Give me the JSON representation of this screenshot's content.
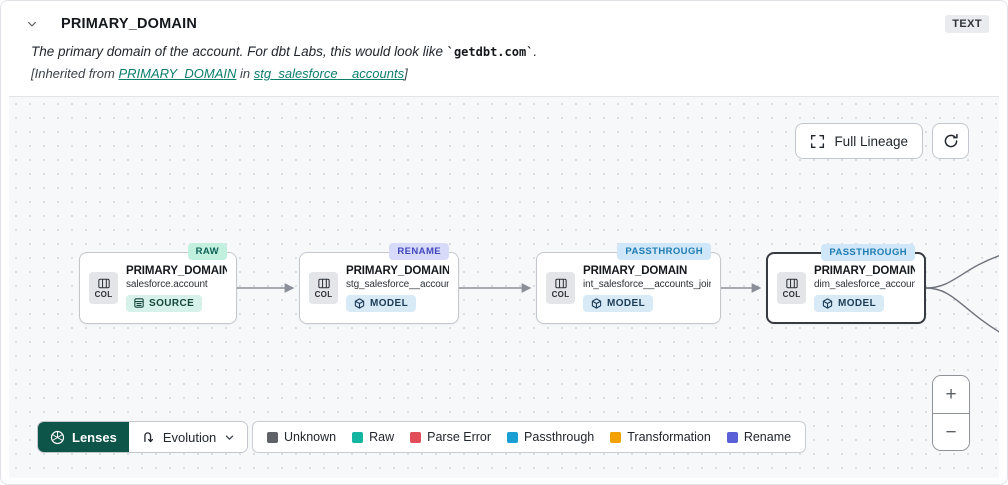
{
  "panel": {
    "title": "PRIMARY_DOMAIN",
    "type_badge": "TEXT",
    "description": {
      "prefix": "The primary domain of the account. For dbt Labs, this would look like ",
      "code": "`getdbt.com`",
      "suffix": "."
    },
    "inherited": {
      "open": "[Inherited from ",
      "column_link": "PRIMARY_DOMAIN",
      "connector": " in ",
      "model_link": "stg_salesforce__accounts",
      "close": "]"
    }
  },
  "toolbar": {
    "full_lineage": "Full Lineage"
  },
  "graph": {
    "col_label": "COL",
    "nodes": [
      {
        "title": "PRIMARY_DOMAIN__C",
        "subtitle": "salesforce.account",
        "resource_type": "SOURCE",
        "evolution": "RAW"
      },
      {
        "title": "PRIMARY_DOMAIN",
        "subtitle": "stg_salesforce__accounts",
        "resource_type": "MODEL",
        "evolution": "RENAME"
      },
      {
        "title": "PRIMARY_DOMAIN",
        "subtitle": "int_salesforce__accounts_joined",
        "resource_type": "MODEL",
        "evolution": "PASSTHROUGH"
      },
      {
        "title": "PRIMARY_DOMAIN",
        "subtitle": "dim_salesforce_accounts",
        "resource_type": "MODEL",
        "evolution": "PASSTHROUGH"
      }
    ]
  },
  "footer": {
    "lenses_label": "Lenses",
    "active_lens": "Evolution",
    "legend": [
      {
        "label": "Unknown",
        "color": "#5f6368"
      },
      {
        "label": "Raw",
        "color": "#14b5a0"
      },
      {
        "label": "Parse Error",
        "color": "#e14e5a"
      },
      {
        "label": "Passthrough",
        "color": "#1a9fd4"
      },
      {
        "label": "Transformation",
        "color": "#f2a100"
      },
      {
        "label": "Rename",
        "color": "#5a5fd7"
      }
    ]
  },
  "zoom_controls": {
    "zoom_in": "+",
    "zoom_out": "−"
  }
}
